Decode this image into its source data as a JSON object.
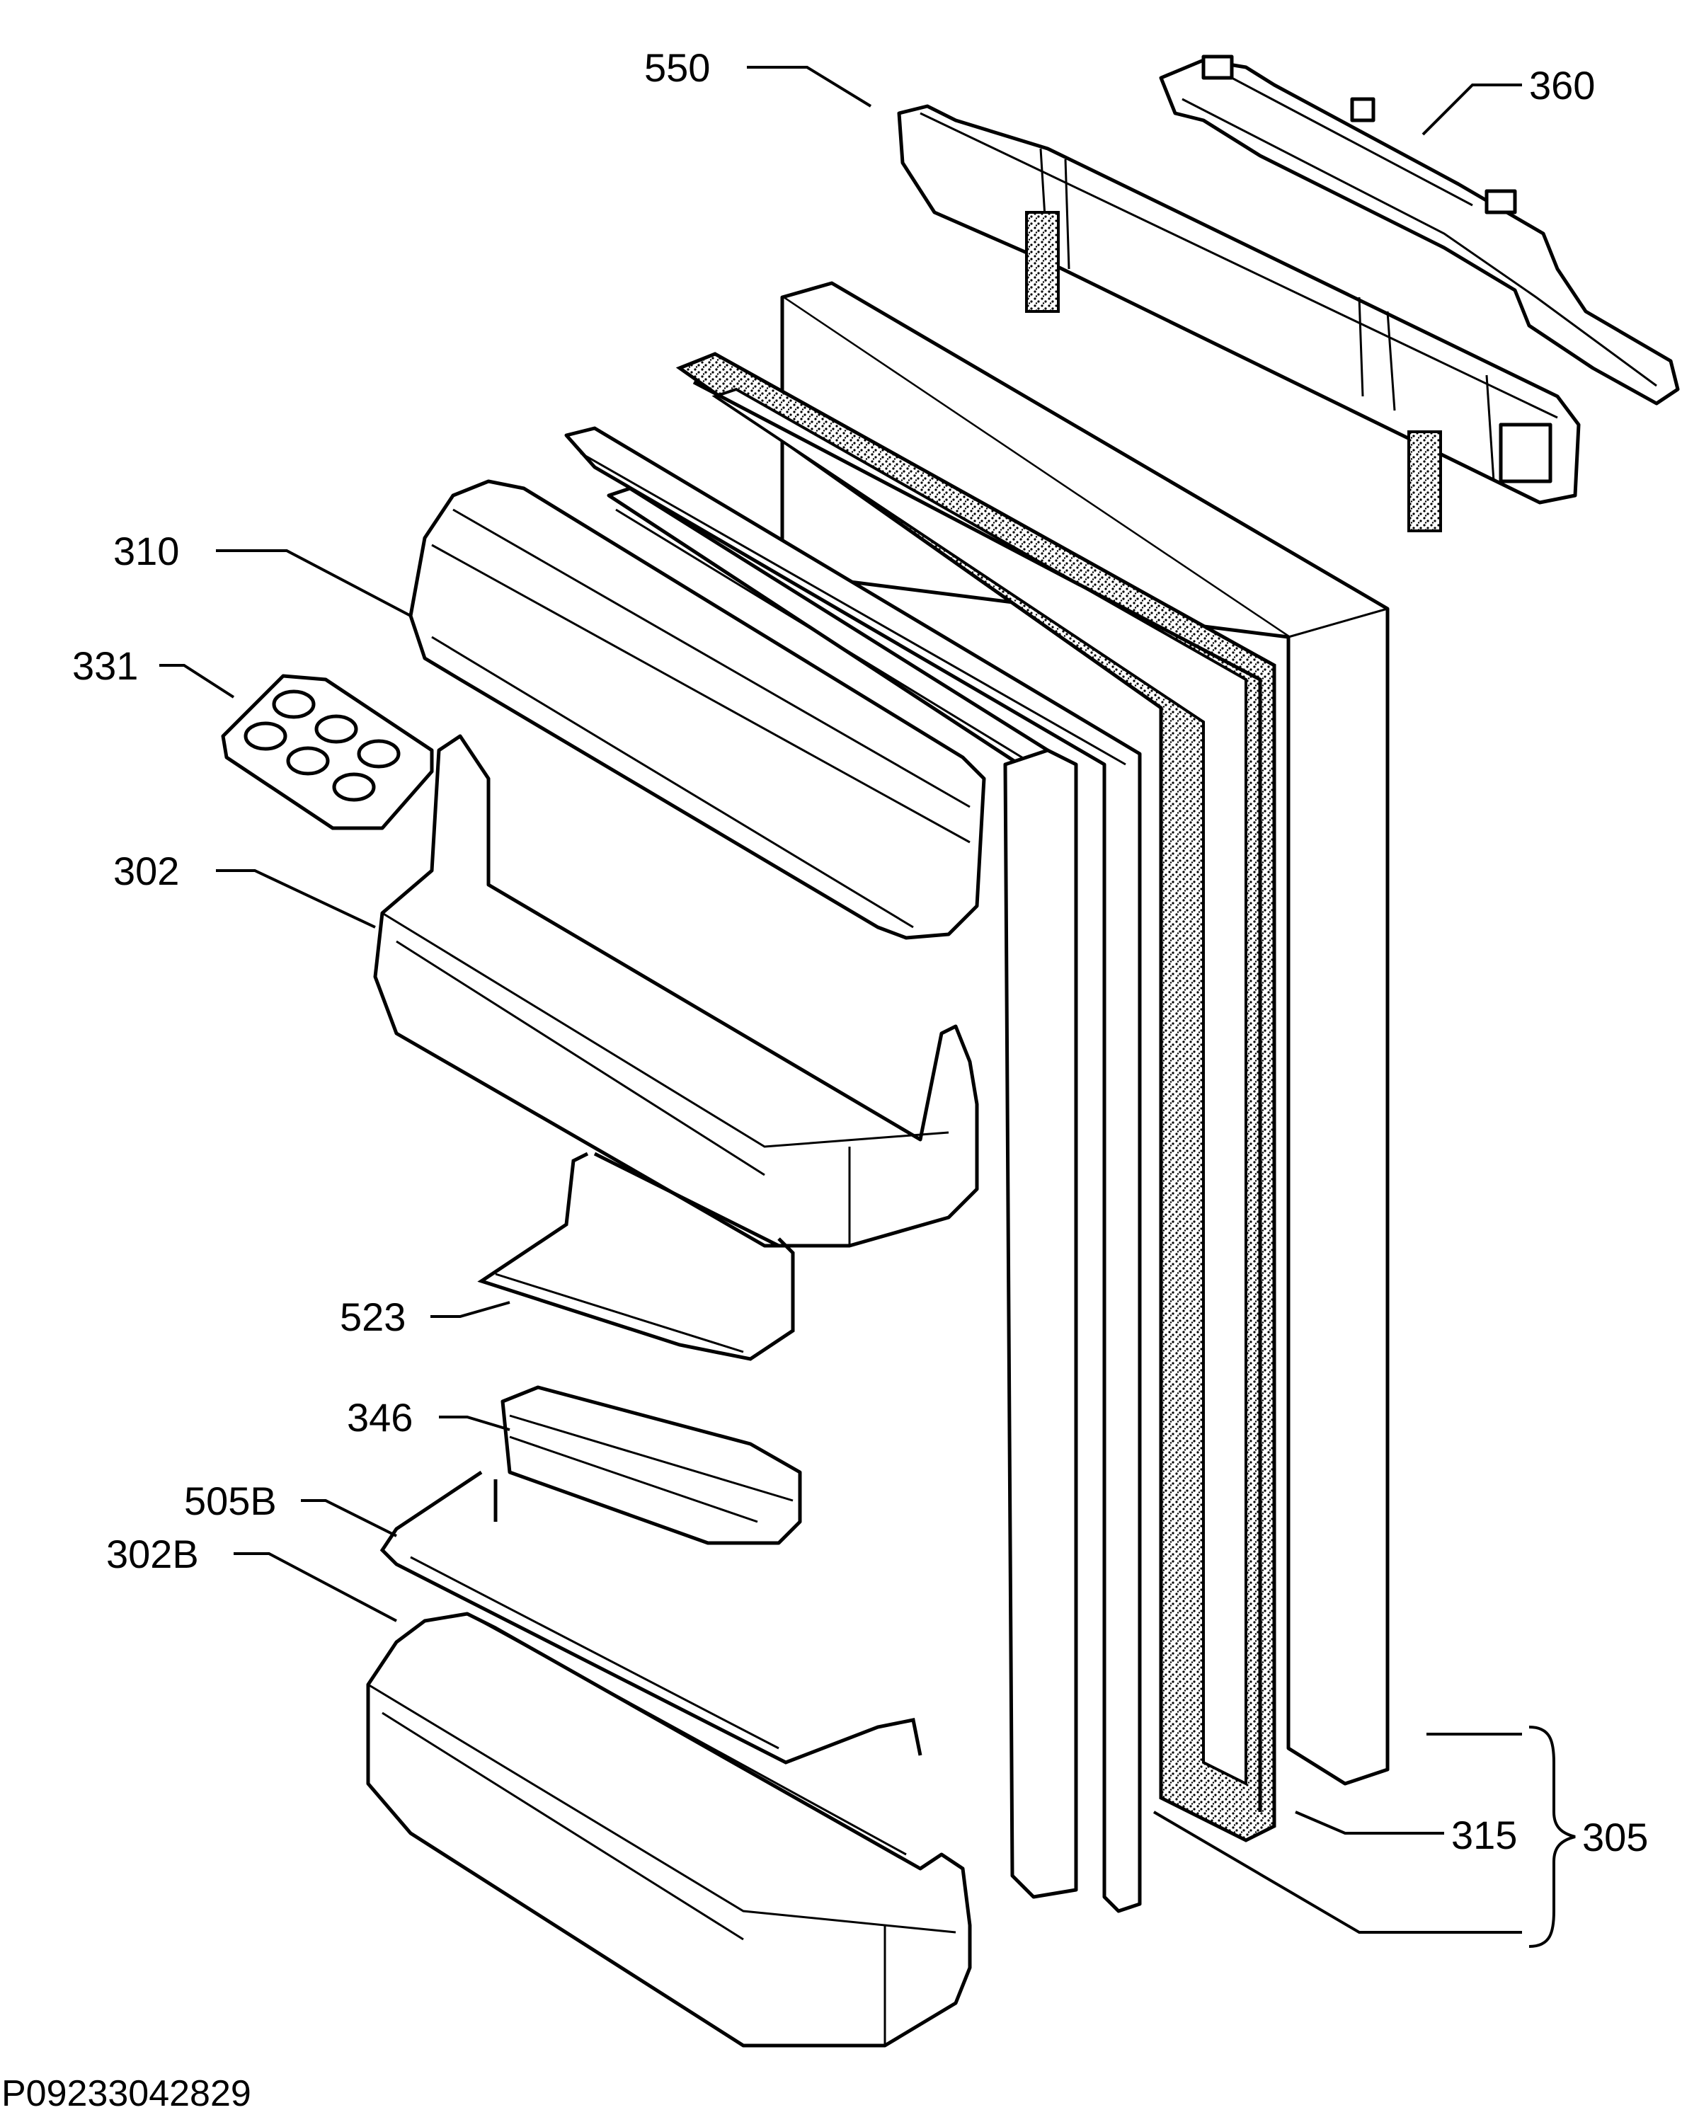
{
  "diagram": {
    "document_code": "P09233042829",
    "parts": [
      {
        "id": "550",
        "label": "550"
      },
      {
        "id": "360",
        "label": "360"
      },
      {
        "id": "310",
        "label": "310"
      },
      {
        "id": "331",
        "label": "331"
      },
      {
        "id": "302",
        "label": "302"
      },
      {
        "id": "523",
        "label": "523"
      },
      {
        "id": "346",
        "label": "346"
      },
      {
        "id": "505B",
        "label": "505B"
      },
      {
        "id": "302B",
        "label": "302B"
      },
      {
        "id": "315",
        "label": "315"
      },
      {
        "id": "305",
        "label": "305"
      }
    ]
  }
}
